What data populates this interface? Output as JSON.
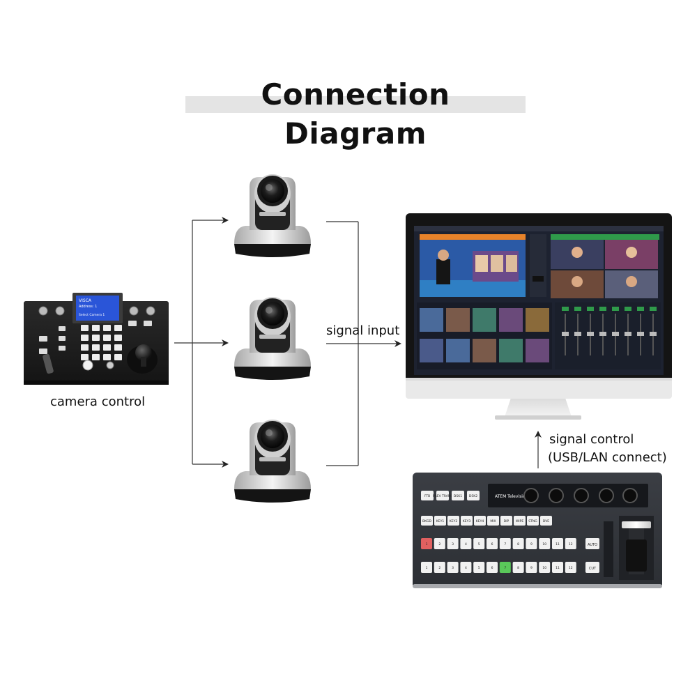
{
  "title": "Connection Diagram",
  "labels": {
    "camera_control": "camera control",
    "signal_input": "signal input",
    "signal_control_line1": "signal control",
    "signal_control_line2": "(USB/LAN connect)"
  },
  "controller_screen": {
    "line1": "VISCA",
    "line2": "Address: 1",
    "line3": "Select Camera 1"
  },
  "switcher": {
    "brand": "ATEM Television",
    "top_row": [
      "FTB",
      "PREV TRANS",
      "DSK1",
      "DSK2"
    ],
    "select_row": [
      "BKGD",
      "KEY1",
      "KEY2",
      "KEY3",
      "KEY4",
      "MIX",
      "DIP",
      "WIPE",
      "STNG",
      "DVE"
    ],
    "program_row": [
      "1",
      "2",
      "3",
      "4",
      "5",
      "6",
      "7",
      "8",
      "9",
      "10",
      "11",
      "12"
    ],
    "preview_row": [
      "1",
      "2",
      "3",
      "4",
      "5",
      "6",
      "7",
      "8",
      "9",
      "10",
      "11",
      "12"
    ],
    "auto_label": "AUTO",
    "cut_label": "CUT"
  },
  "colors": {
    "program_active": "#e06060",
    "preview_active": "#5ac85a",
    "monitor_ui_bg": "#1d2230",
    "monitor_ui_accent": "#e8832a"
  }
}
